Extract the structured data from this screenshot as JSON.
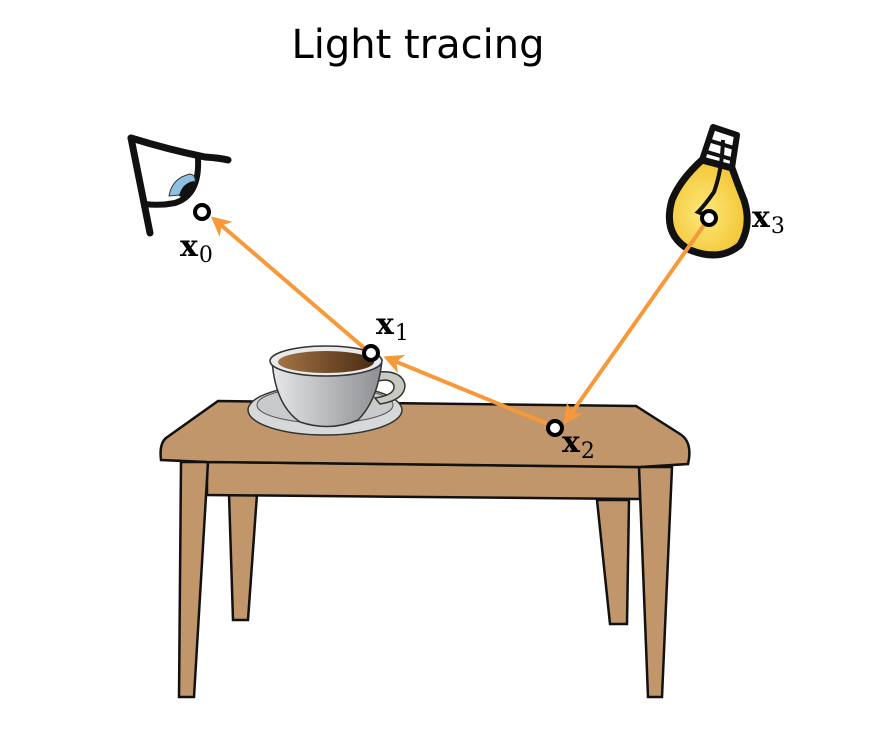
{
  "title": "Light tracing",
  "colors": {
    "path": "#f7993a",
    "table": "#c0966a",
    "bulb": "#f8d84a",
    "iris": "#8ec0e4",
    "cup": "#c8c9cc",
    "coffee": "#7a4a24"
  },
  "vertices": [
    {
      "id": "x0",
      "base": "x",
      "sub": "0",
      "object": "eye"
    },
    {
      "id": "x1",
      "base": "x",
      "sub": "1",
      "object": "cup rim"
    },
    {
      "id": "x2",
      "base": "x",
      "sub": "2",
      "object": "table top"
    },
    {
      "id": "x3",
      "base": "x",
      "sub": "3",
      "object": "light bulb"
    }
  ],
  "path_order": [
    "x3",
    "x2",
    "x1",
    "x0"
  ]
}
